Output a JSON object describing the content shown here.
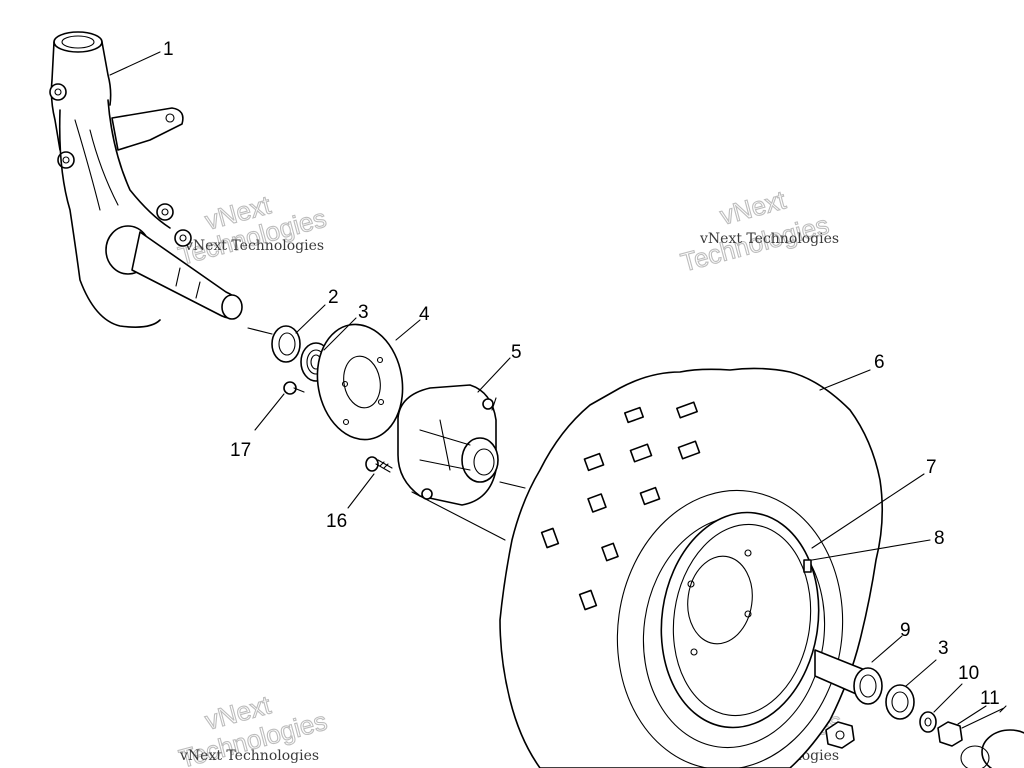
{
  "callouts": [
    "1",
    "2",
    "3",
    "4",
    "5",
    "6",
    "7",
    "8",
    "9",
    "3",
    "10",
    "11",
    "17",
    "16"
  ],
  "watermark": {
    "small": "vNext Technologies",
    "big_line1": "vNext",
    "big_line2": "Technologies"
  }
}
